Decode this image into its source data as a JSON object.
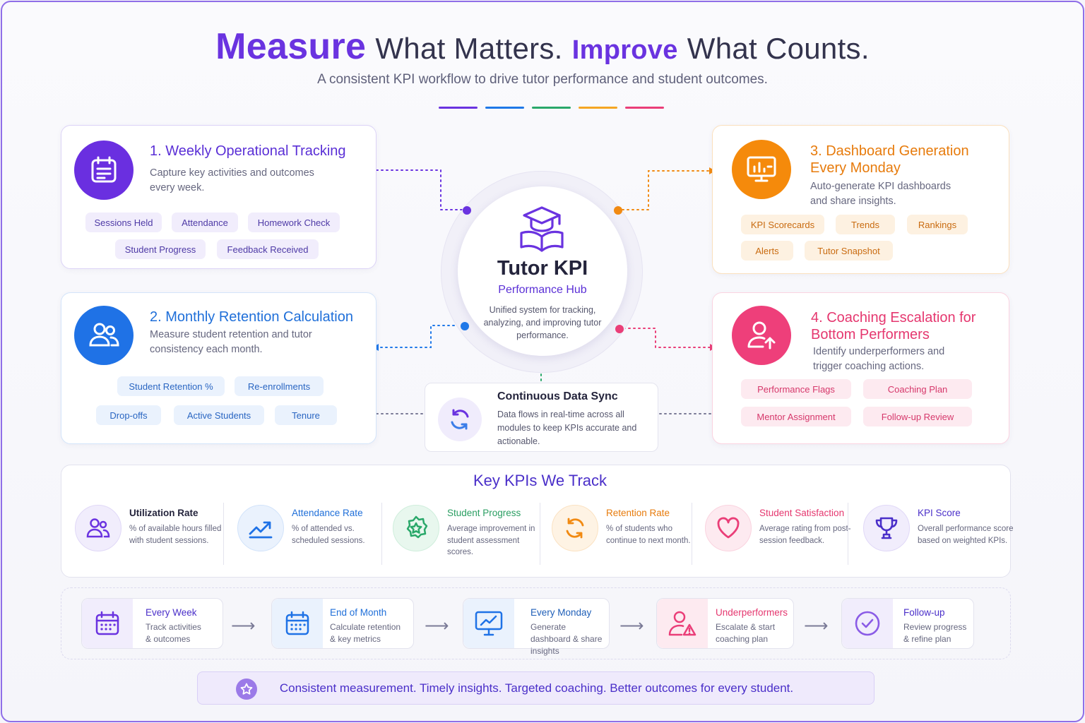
{
  "header": {
    "title_part1": "Measure",
    "title_part2": "What Matters.",
    "title_part3": "Improve",
    "title_part4": "What Counts.",
    "subtitle": "A consistent KPI workflow to drive tutor performance and student outcomes."
  },
  "colors": {
    "purple": "#6a33e0",
    "blue": "#1f78e8",
    "green": "#2aa86a",
    "orange": "#f18a12",
    "pink": "#ea3e78"
  },
  "hub": {
    "icon": "graduation-book-icon",
    "title": "Tutor KPI",
    "subtitle": "Performance Hub",
    "description": "Unified system for tracking, analyzing, and improving tutor performance."
  },
  "cards": {
    "weekly": {
      "icon": "calendar-list-icon",
      "title": "1. Weekly Operational Tracking",
      "description": "Capture key activities and outcomes every week.",
      "chips": [
        "Sessions Held",
        "Attendance",
        "Homework Check",
        "Student Progress",
        "Feedback Received"
      ]
    },
    "monthly": {
      "icon": "users-icon",
      "title": "2. Monthly Retention Calculation",
      "description": "Measure student retention and tutor consistency each month.",
      "chips": [
        "Student Retention %",
        "Re-enrollments",
        "Drop-offs",
        "Active Students",
        "Tenure"
      ]
    },
    "dashboard": {
      "icon": "monitor-chart-icon",
      "title_line1": "3. Dashboard Generation",
      "title_line2": "Every Monday",
      "description": "Auto-generate KPI dashboards and share insights.",
      "chips": [
        "KPI Scorecards",
        "Trends",
        "Rankings",
        "Alerts",
        "Tutor Snapshot"
      ]
    },
    "coaching": {
      "icon": "user-arrow-up-icon",
      "title_line1": "4. Coaching Escalation for",
      "title_line2": "Bottom Performers",
      "description": "Identify underperformers and trigger coaching actions.",
      "chips": [
        "Performance Flags",
        "Coaching Plan",
        "Mentor Assignment",
        "Follow-up Review"
      ]
    }
  },
  "sync": {
    "icon": "sync-icon",
    "title": "Continuous Data Sync",
    "description": "Data flows in real-time across all modules to keep KPIs accurate and actionable."
  },
  "kpis": {
    "heading": "Key KPIs We Track",
    "items": [
      {
        "name": "Utilization Rate",
        "desc": "% of available hours filled with student sessions.",
        "icon": "users-icon"
      },
      {
        "name": "Attendance Rate",
        "desc": "% of attended vs. scheduled sessions.",
        "icon": "trend-up-icon"
      },
      {
        "name": "Student Progress",
        "desc": "Average improvement in student assessment scores.",
        "icon": "star-badge-icon"
      },
      {
        "name": "Retention Rate",
        "desc": "% of students who continue to next month.",
        "icon": "refresh-icon"
      },
      {
        "name": "Student Satisfaction",
        "desc": "Average rating from post-session feedback.",
        "icon": "heart-icon"
      },
      {
        "name": "KPI Score",
        "desc": "Overall performance score based on weighted KPIs.",
        "icon": "trophy-icon"
      }
    ]
  },
  "timeline": [
    {
      "name": "Every Week",
      "desc": "Track activities & outcomes",
      "icon": "calendar-icon"
    },
    {
      "name": "End of Month",
      "desc": "Calculate retention & key metrics",
      "icon": "calendar-icon"
    },
    {
      "name": "Every Monday",
      "desc": "Generate dashboard & share insights",
      "icon": "monitor-chart-icon"
    },
    {
      "name": "Underperformers",
      "desc": "Escalate & start coaching plan",
      "icon": "user-warning-icon"
    },
    {
      "name": "Follow-up",
      "desc": "Review progress & refine plan",
      "icon": "check-circle-icon"
    }
  ],
  "footer": {
    "icon": "star-icon",
    "text": "Consistent measurement. Timely insights. Targeted coaching. Better outcomes for every student."
  }
}
